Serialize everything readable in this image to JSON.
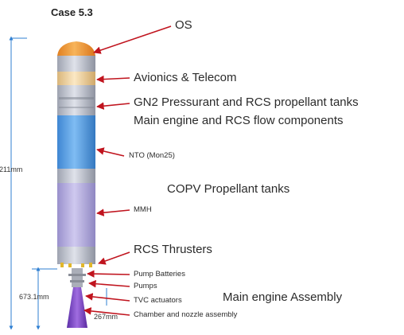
{
  "diagram": {
    "title": "Case 5.3",
    "labels": {
      "os": "OS",
      "avionics": "Avionics & Telecom",
      "gn2_line1": "GN2 Pressurant and RCS propellant tanks",
      "gn2_line2": "Main engine and RCS flow components",
      "nto": "NTO (Mon25)",
      "copv": "COPV Propellant tanks",
      "mmh": "MMH",
      "rcs": "RCS Thrusters",
      "pump_batteries": "Pump Batteries",
      "pumps": "Pumps",
      "tvc": "TVC actuators",
      "main_engine": "Main engine Assembly",
      "chamber": "Chamber and nozzle assembly"
    },
    "dimensions": {
      "total_height": "211mm",
      "engine_height": "673.1mm",
      "diameter": "267mm"
    },
    "colors": {
      "nosecone": "#f0a040",
      "avionics": "#f3d9a4",
      "body_gray": "#c4c8d3",
      "nto_tank": "#5aa0e6",
      "mmh_tank": "#b7b0e0",
      "nozzle": "#8050c8",
      "arrow": "#c0141e",
      "dimension": "#2f7fd2"
    }
  }
}
